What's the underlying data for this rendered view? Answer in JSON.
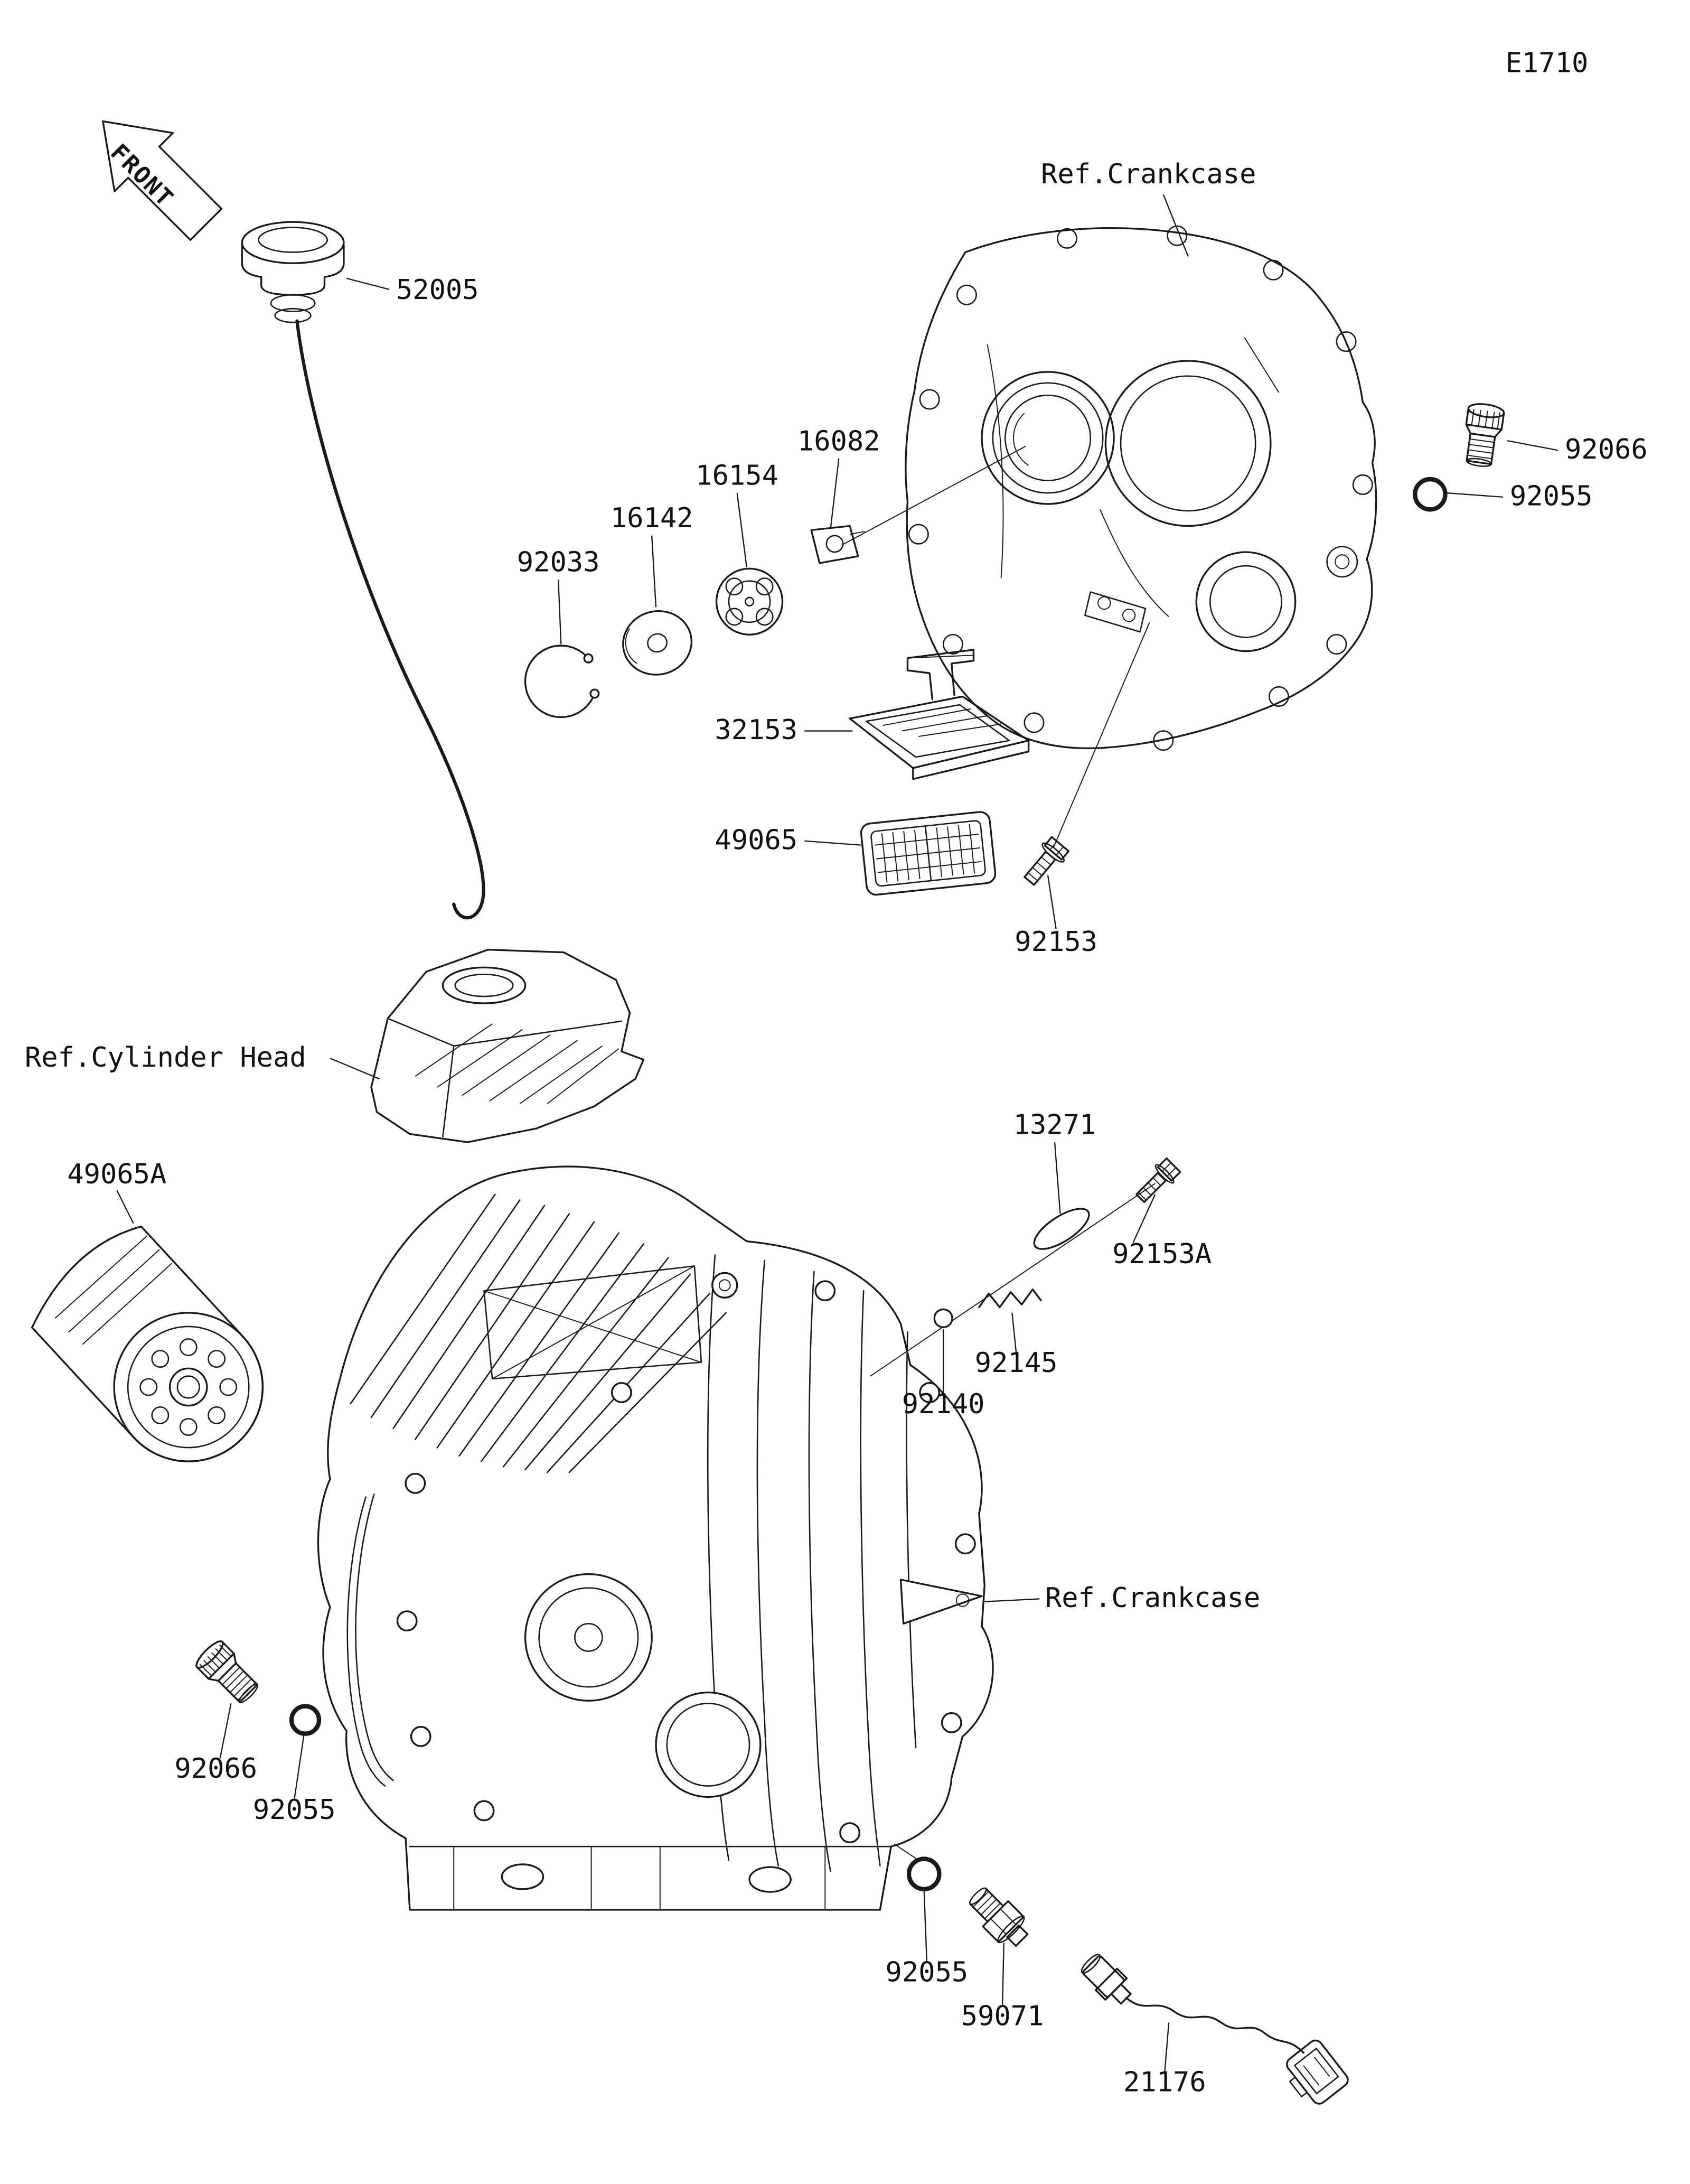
{
  "page": {
    "code": "E1710",
    "front": "FRONT",
    "background": "#ffffff",
    "ink": "#1a1a1a"
  },
  "labels": {
    "ref_crankcase_top": "Ref.Crankcase",
    "ref_crankcase_mid": "Ref.Crankcase",
    "ref_cylinder_head": "Ref.Cylinder Head",
    "p52005": "52005",
    "p16082": "16082",
    "p16154": "16154",
    "p16142": "16142",
    "p92033": "92033",
    "p92066_top": "92066",
    "p92055_top": "92055",
    "p32153": "32153",
    "p49065": "49065",
    "p92153": "92153",
    "p49065a": "49065A",
    "p13271": "13271",
    "p92153a": "92153A",
    "p92145": "92145",
    "p92140": "92140",
    "p92066_bottom": "92066",
    "p92055_bottom_left": "92055",
    "p92055_bottom_mid": "92055",
    "p59071": "59071",
    "p21176": "21176"
  }
}
